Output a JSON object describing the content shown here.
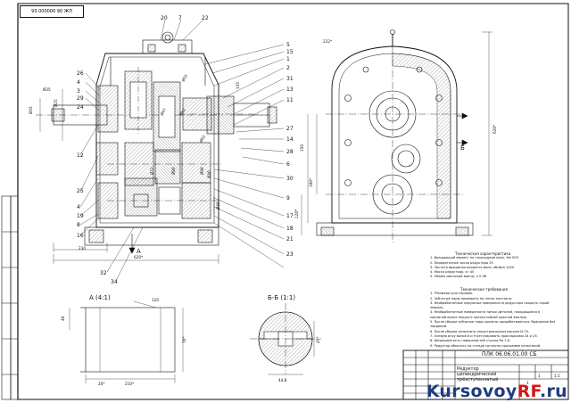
{
  "doc": {
    "stamp_code": "93 000000 90 ЖЛ",
    "title_code": "ПЛК 06.06.01.00 СБ",
    "title_name": "Редуктор цилиндрический трёхступенчатый",
    "sheet": "1",
    "sheets": "1",
    "scale": "1:1"
  },
  "section_labels": {
    "view_a": "А (4:1)",
    "view_b": "Б-Б (1:1)",
    "arrow_a": "А",
    "arrow_b": "Б"
  },
  "part_numbers_left": [
    "26",
    "4",
    "3",
    "29",
    "24",
    "12",
    "25",
    "4",
    "19",
    "8",
    "16"
  ],
  "part_numbers_top": [
    "20",
    "7",
    "22"
  ],
  "part_numbers_right": [
    "5",
    "15",
    "1",
    "2",
    "31",
    "13",
    "11",
    "27",
    "14",
    "28",
    "6",
    "30",
    "9",
    "17",
    "18",
    "21",
    "23"
  ],
  "part_numbers_bottom": [
    "32",
    "34"
  ],
  "dimensions": [
    "Ø45",
    "Ø25",
    "Ø35",
    "Ø55",
    "Ø62",
    "Ø40",
    "Ø30",
    "Ø47",
    "Ø52",
    "Ø72",
    "Ø80",
    "Ø90",
    "135",
    "230",
    "620*",
    "150",
    "100*",
    "120*",
    "232*",
    "620*",
    "40",
    "20*",
    "210*",
    "44,8",
    "45*",
    "70*",
    "120"
  ],
  "tech_char": {
    "heading": "Техническая характеристика",
    "lines": [
      "1. Вращающий момент на тихоходном валу, Нм        500",
      "2. Передаточное число редуктора                                25",
      "3. Частота вращения входного вала, об/мин           1420",
      "4. Масса редуктора, кг                                                 45",
      "5. Объём масляной ванны, л                                        0,96"
    ]
  },
  "tech_req": {
    "heading": "Технические требования",
    "lines": [
      "1. *Размеры для справок.",
      "2. Зубчатые пары проверить на пятно контакта.",
      "3. Необработанные наружные поверхности редуктора покрыть серой эмалью.",
      "4. Необработанные поверхности литых деталей, находящиеся в",
      "    масляной ванне покрыть маслостойкой красной эмалью.",
      "5. После сборки зубчатые пары должны прирабатываться. Вращение без заеданий.",
      "6. После сборки заполнить индустриальным маслом И-70.",
      "7. Осевую игру валов 8 и 9 регулировать прокладками 24 и 25.",
      "8. Шероховатость поверхностей ступиц Ra 1,6.",
      "9. Редуктор обкатать на стенде согласно программе испытаний."
    ]
  },
  "watermark": {
    "main": "Kursovoy",
    "accent": "RF",
    "suffix": ".ru"
  }
}
